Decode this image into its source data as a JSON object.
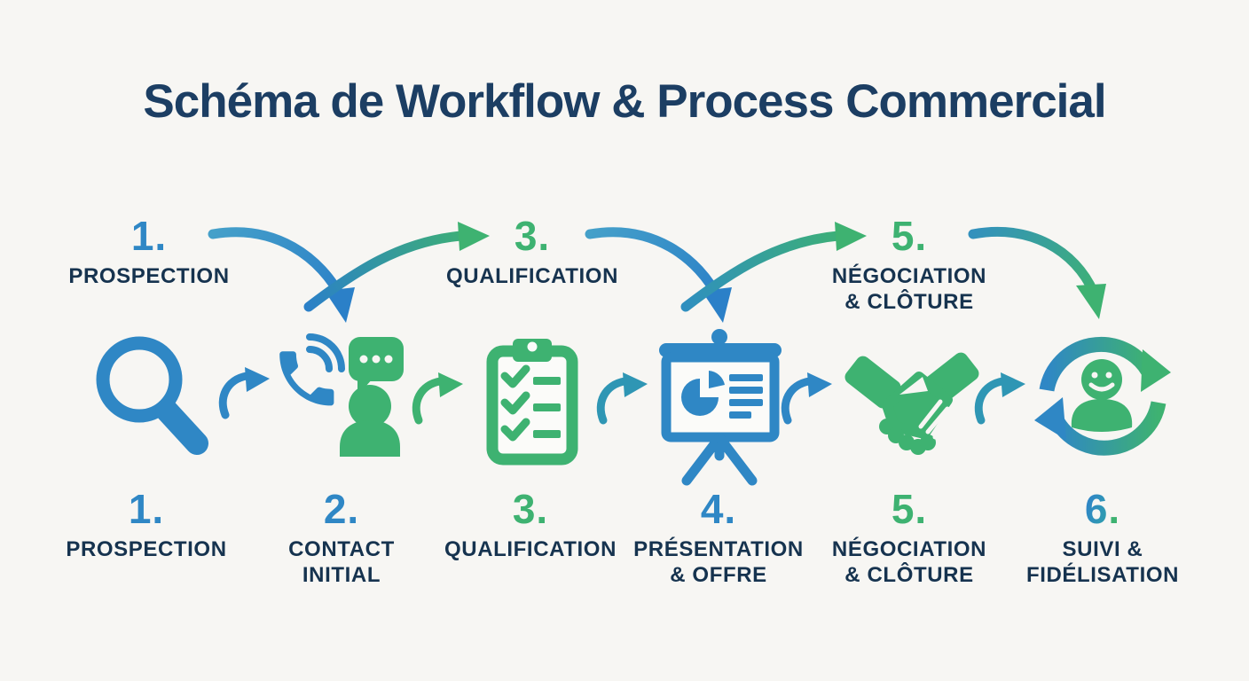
{
  "title": "Schéma de Workflow & Process Commercial",
  "palette": {
    "navy_title": "#1c3e63",
    "navy_label": "#16334f",
    "blue": "#2f87c5",
    "green": "#3eb271",
    "teal": "#2f96b4",
    "background": "#f7f6f3"
  },
  "top_callouts": [
    {
      "num": "1",
      "dot": ".",
      "line1": "PROSPECTION",
      "line2": "",
      "num_color": "blue"
    },
    {
      "num": "3",
      "dot": ".",
      "line1": "QUALIFICATION",
      "line2": "",
      "num_color": "green"
    },
    {
      "num": "5",
      "dot": ".",
      "line1": "NÉGOCIATION",
      "line2": "& CLÔTURE",
      "num_color": "green"
    }
  ],
  "steps": [
    {
      "num": "1",
      "dot": ".",
      "line1": "PROSPECTION",
      "line2": "",
      "num_color": "blue",
      "icon": "magnifier-icon"
    },
    {
      "num": "2",
      "dot": ".",
      "line1": "CONTACT",
      "line2": "INITIAL",
      "num_color": "blue",
      "icon": "phone-contact-icon"
    },
    {
      "num": "3",
      "dot": ".",
      "line1": "QUALIFICATION",
      "line2": "",
      "num_color": "green",
      "icon": "checklist-clipboard-icon"
    },
    {
      "num": "4",
      "dot": ".",
      "line1": "PRÉSENTATION",
      "line2": "& OFFRE",
      "num_color": "blue",
      "icon": "presentation-board-icon"
    },
    {
      "num": "5",
      "dot": ".",
      "line1": "NÉGOCIATION",
      "line2": "& CLÔTURE",
      "num_color": "green",
      "icon": "handshake-icon"
    },
    {
      "num": "6",
      "dot": ".",
      "line1": "SUIVI &",
      "line2": "FIDÉLISATION",
      "num_color": "blue-gradient",
      "icon": "customer-loyalty-cycle-icon"
    }
  ]
}
